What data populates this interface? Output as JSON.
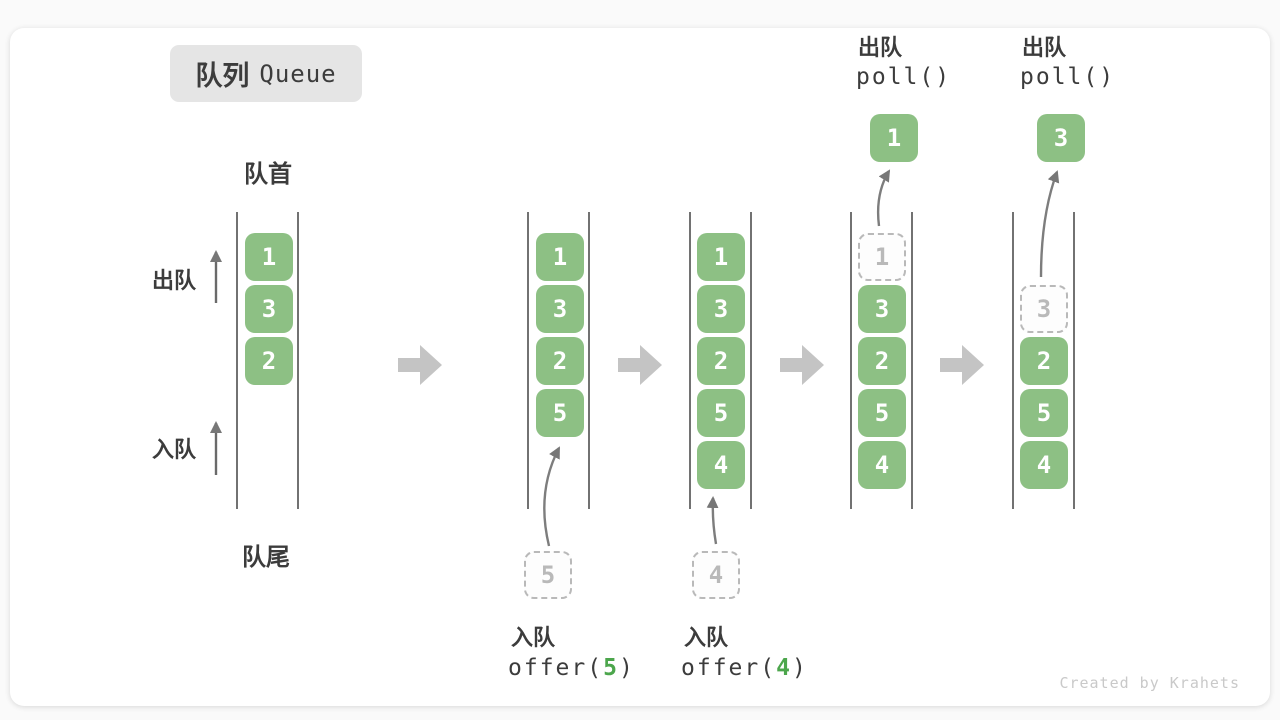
{
  "title": {
    "zh": "队列",
    "en": "Queue"
  },
  "side_labels": {
    "front": "队首",
    "rear": "队尾",
    "dequeue": "出队",
    "enqueue": "入队"
  },
  "states": [
    {
      "cells": [
        "1",
        "3",
        "2"
      ]
    },
    {
      "cells": [
        "1",
        "3",
        "2",
        "5"
      ],
      "incoming": "5"
    },
    {
      "cells": [
        "1",
        "3",
        "2",
        "5",
        "4"
      ],
      "incoming": "4"
    },
    {
      "removed": "1",
      "cells": [
        "3",
        "2",
        "5",
        "4"
      ],
      "result": "1"
    },
    {
      "removed": "3",
      "cells": [
        "2",
        "5",
        "4"
      ],
      "result": "3"
    }
  ],
  "ops": {
    "offer5": {
      "label": "入队",
      "fn": "offer(",
      "arg": "5",
      "end": ")"
    },
    "offer4": {
      "label": "入队",
      "fn": "offer(",
      "arg": "4",
      "end": ")"
    },
    "poll1": {
      "label": "出队",
      "fn": "poll()"
    },
    "poll2": {
      "label": "出队",
      "fn": "poll()"
    }
  },
  "watermark": "Created by Krahets",
  "colors": {
    "cell_green": "#8dc084",
    "code_accent_green": "#4ca64c",
    "block_arrow_gray": "#c4c4c4",
    "channel_line": "#4f4f4f"
  }
}
